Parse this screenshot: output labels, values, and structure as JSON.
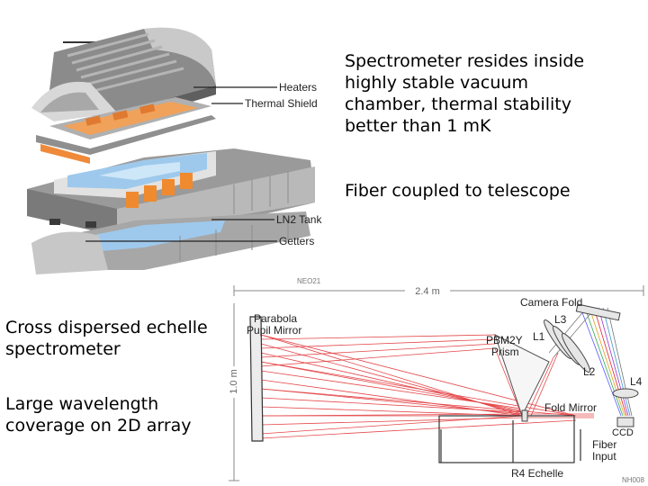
{
  "text_blocks": {
    "vacuum": "Spectrometer resides inside highly stable vacuum chamber, thermal stability better than 1 mK",
    "fiber": "Fiber coupled to telescope",
    "echelle": "Cross dispersed echelle spectrometer",
    "coverage": "Large wavelength coverage on 2D array"
  },
  "chamber_figure": {
    "labels": {
      "heaters": "Heaters",
      "thermal_shield": "Thermal Shield",
      "ln2_tank": "LN2 Tank",
      "getters": "Getters"
    },
    "figure_id": "NEO21"
  },
  "optics_figure": {
    "labels": {
      "dimension_width": "2.4 m",
      "dimension_height": "1.0 m",
      "parabola": "Parabola",
      "pupil_mirror": "Pupil Mirror",
      "camera_fold": "Camera Fold",
      "l3": "L3",
      "l1": "L1",
      "l2": "L2",
      "l4": "L4",
      "prism_line1": "PBM2Y",
      "prism_line2": "Prism",
      "fold_mirror": "Fold Mirror",
      "ccd": "CCD",
      "fiber_line1": "Fiber",
      "fiber_line2": "Input",
      "echelle": "R4 Echelle"
    },
    "figure_id": "NH008"
  },
  "colors": {
    "beam": "#e0262a",
    "metal_light": "#d4d4d4",
    "metal_dark": "#6d6d6d",
    "heater": "#ef8a3a",
    "ln2": "#9ec9ec"
  }
}
